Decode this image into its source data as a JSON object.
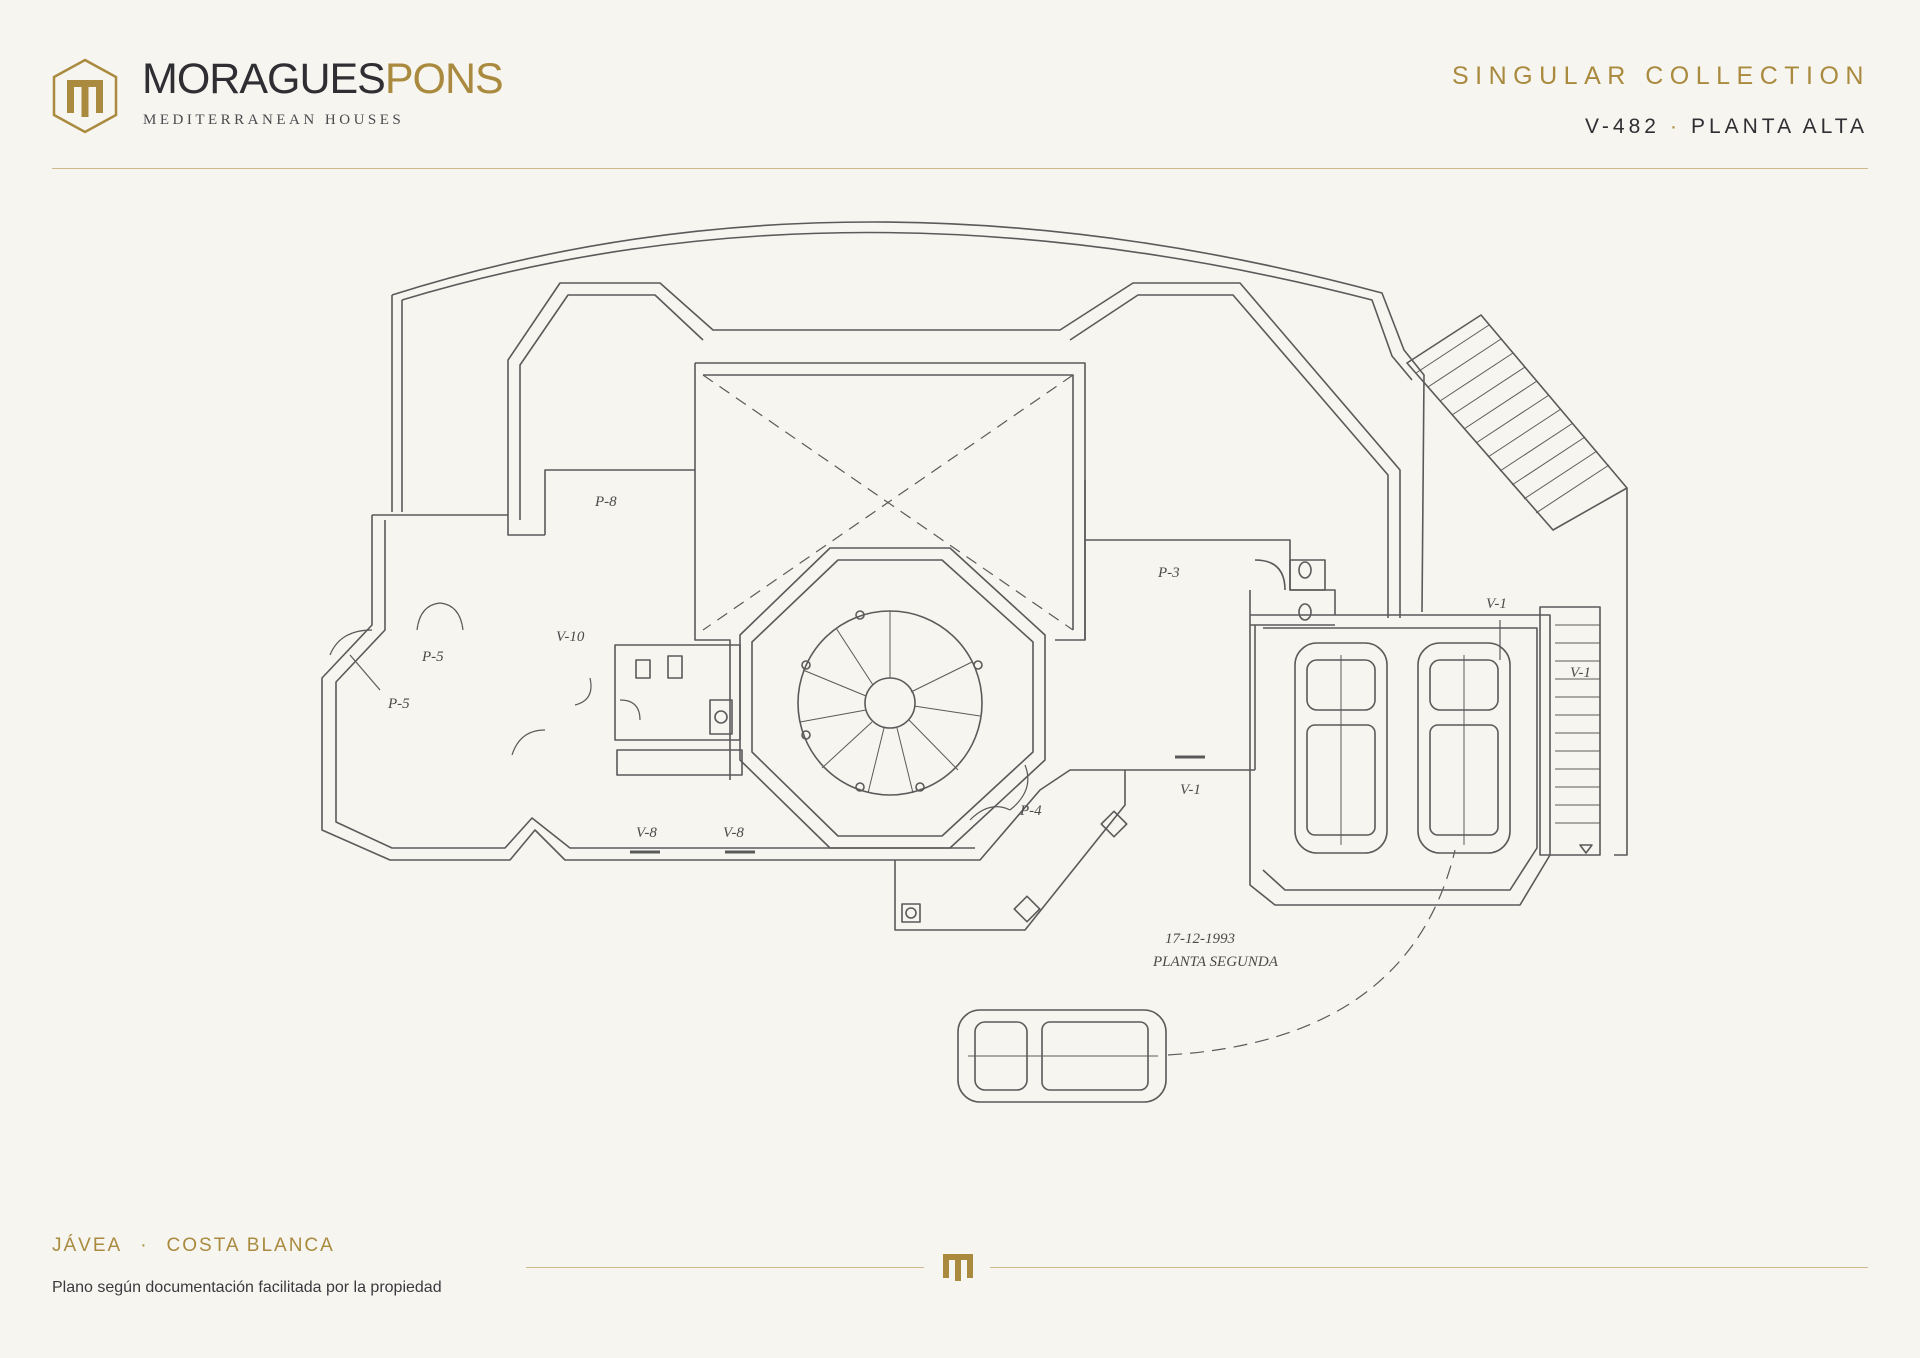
{
  "brand": {
    "name_dark": "MORAGUES",
    "name_gold": "PONS",
    "tagline": "MEDITERRANEAN HOUSES",
    "gold_color": "#a98a3e",
    "dark_color": "#2f2f33"
  },
  "header": {
    "collection": "SINGULAR COLLECTION",
    "ref_code": "V-482",
    "separator": "·",
    "floor": "PLANTA ALTA"
  },
  "plan": {
    "labels": {
      "p8": "P-8",
      "p3": "P-3",
      "p5a": "P-5",
      "p5b": "P-5",
      "v10": "V-10",
      "v1a": "V-1",
      "v1b": "V-1",
      "v1c": "V-1",
      "p4": "P-4",
      "v8a": "V-8",
      "v8b": "V-8",
      "date": "17-12-1993",
      "level": "PLANTA SEGUNDA"
    },
    "line_color": "#5a5a5a"
  },
  "footer": {
    "city": "JÁVEA",
    "separator": "·",
    "region": "COSTA BLANCA",
    "note": "Plano según documentación facilitada por la propiedad"
  }
}
